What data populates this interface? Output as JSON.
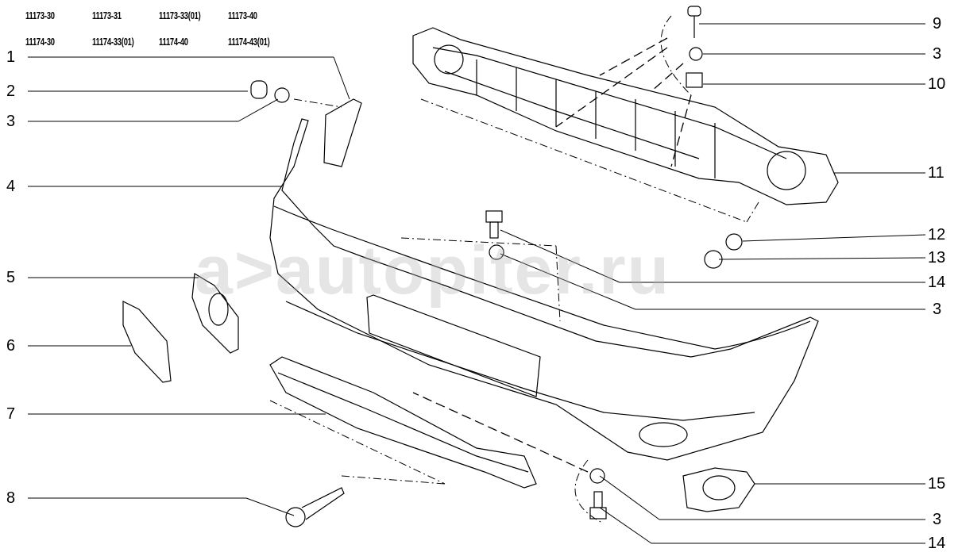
{
  "models": {
    "row1": [
      "11173-30",
      "11173-31",
      "11173-33(01)",
      "11173-40"
    ],
    "row2": [
      "11174-30",
      "11174-33(01)",
      "11174-40",
      "11174-43(01)"
    ]
  },
  "left_callouts": [
    "1",
    "2",
    "3",
    "4",
    "5",
    "6",
    "7",
    "8"
  ],
  "right_callouts": [
    "9",
    "3",
    "10",
    "11",
    "12",
    "13",
    "14",
    "3",
    "15",
    "3",
    "14"
  ],
  "watermark": "a>autopiter.ru"
}
